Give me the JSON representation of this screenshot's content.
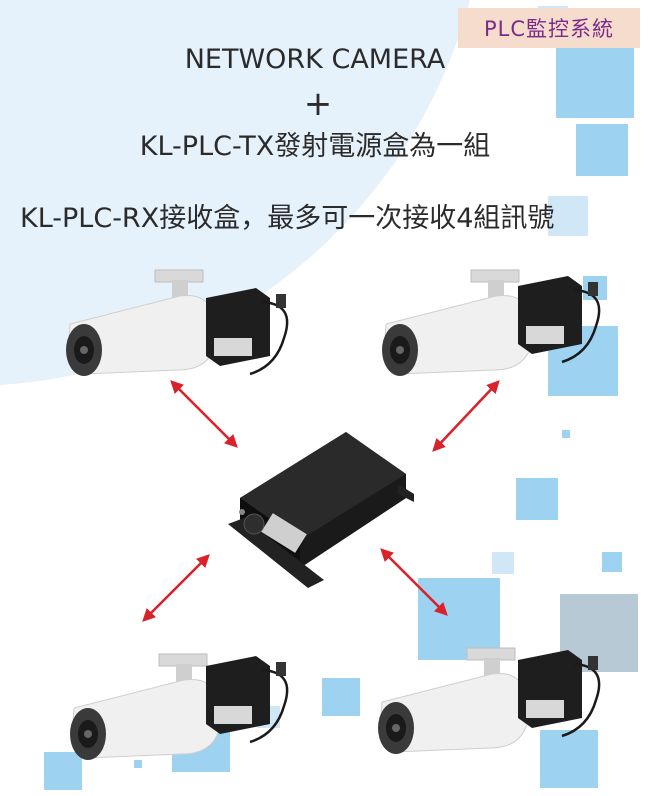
{
  "badge": "PLC監控系統",
  "title_line1": "NETWORK CAMERA",
  "plus_sign": "+",
  "title_line2": "KL-PLC-TX發射電源盒為一組",
  "subtitle": "KL-PLC-RX接收盒，最多可一次接收4組訊號",
  "colors": {
    "arrow": "#d9222a",
    "badge_bg": "#f6dccd",
    "badge_text": "#7a2b88",
    "light_blue": "#9ed2f1",
    "pale_blue": "#e6f2fb",
    "grey_blue": "#b8c9d6",
    "text": "#2b2b2b"
  },
  "diagram": {
    "nodes": [
      {
        "id": "camera-1",
        "type": "network-camera-with-tx-box",
        "position": "top-left"
      },
      {
        "id": "camera-2",
        "type": "network-camera-with-tx-box",
        "position": "top-right"
      },
      {
        "id": "rx-box",
        "type": "plc-rx-receiver",
        "position": "center"
      },
      {
        "id": "camera-3",
        "type": "network-camera-with-tx-box",
        "position": "bottom-left"
      },
      {
        "id": "camera-4",
        "type": "network-camera-with-tx-box",
        "position": "bottom-right"
      }
    ],
    "edges": [
      {
        "from": "camera-1",
        "to": "rx-box",
        "style": "double-arrow"
      },
      {
        "from": "camera-2",
        "to": "rx-box",
        "style": "double-arrow"
      },
      {
        "from": "camera-3",
        "to": "rx-box",
        "style": "double-arrow"
      },
      {
        "from": "camera-4",
        "to": "rx-box",
        "style": "double-arrow"
      }
    ]
  }
}
